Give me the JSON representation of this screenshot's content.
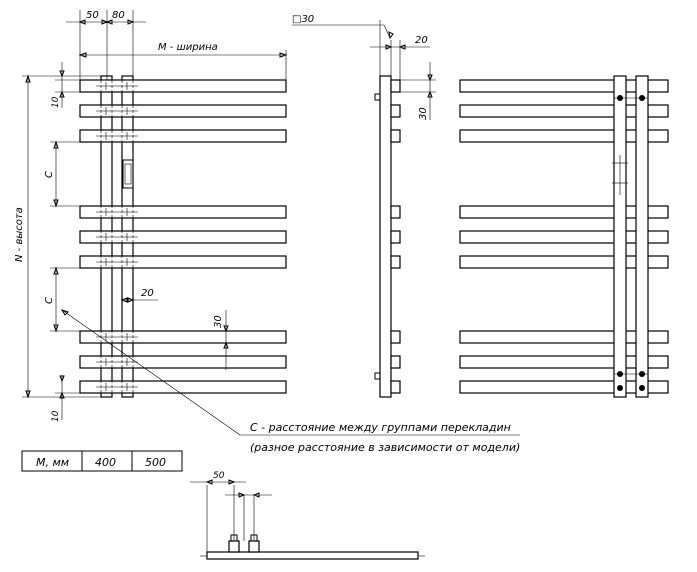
{
  "dimensions": {
    "top_50": "50",
    "top_80": "80",
    "width_label": "M - ширина",
    "height_label": "N - высота",
    "c_label": "C",
    "c_label_2": "C",
    "dim_10_top": "10",
    "dim_10_bottom": "10",
    "dim_20_front": "20",
    "dim_30_front": "30",
    "side_square": "□30",
    "side_20": "20",
    "side_30": "30",
    "bottom_50": "50"
  },
  "note": {
    "line1": "C - расстояние между группами перекладин",
    "line2": "(разное расстояние в зависимости от модели)"
  },
  "table": {
    "header": "M, мм",
    "values": [
      "400",
      "500"
    ]
  }
}
